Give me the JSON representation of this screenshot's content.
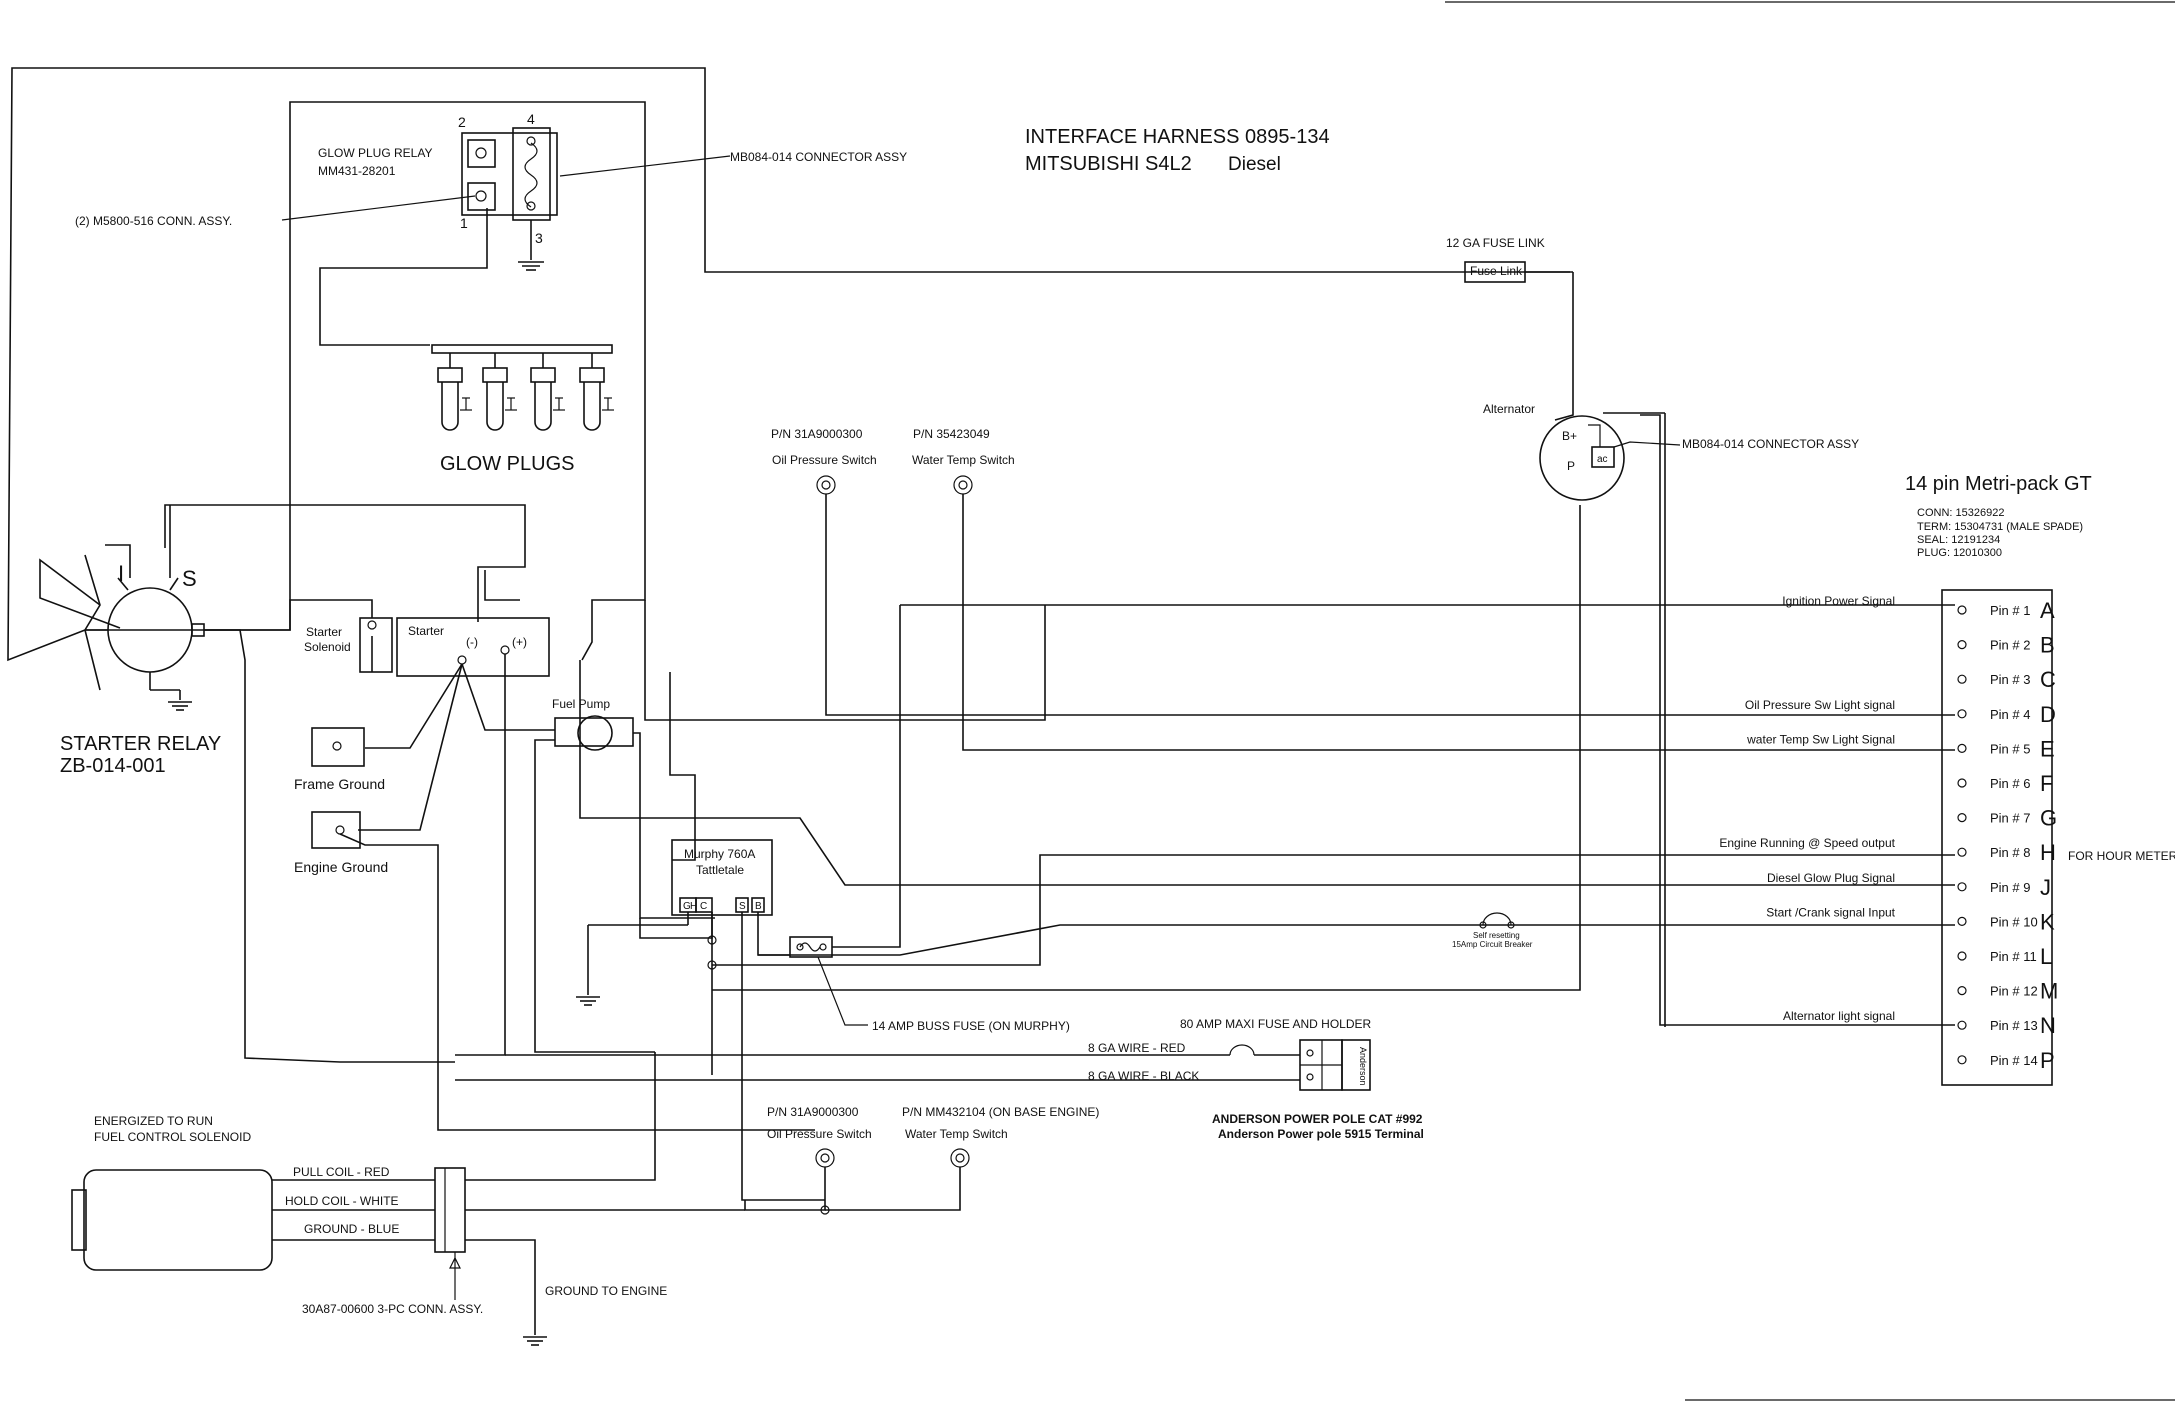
{
  "title": {
    "line1": "INTERFACE  HARNESS  0895-134",
    "line2": "MITSUBISHI  S4L2",
    "line2b": "Diesel"
  },
  "glow_plug_relay": {
    "label1": "GLOW  PLUG  RELAY",
    "label2": "MM431-28201",
    "t1": "1",
    "t2": "2",
    "t3": "3",
    "t4": "4"
  },
  "conn_m5800": "(2)  M5800-516  CONN.  ASSY.",
  "conn_mb084_top": "MB084-014  CONNECTOR  ASSY",
  "glow_plugs_label": "GLOW  PLUGS",
  "starter_relay": {
    "label1": "STARTER  RELAY",
    "label2": "ZB-014-001",
    "i": "I",
    "s": "S"
  },
  "starter_solenoid": "Starter\nSolenoid",
  "starter": {
    "label": "Starter",
    "neg": "(-)",
    "pos": "(+)"
  },
  "fuel_pump": "Fuel Pump",
  "frame_ground": "Frame Ground",
  "engine_ground": "Engine Ground",
  "fuse_link": {
    "label": "12  GA  FUSE  LINK",
    "box": "Fuse Link"
  },
  "alternator": {
    "label": "Alternator",
    "bplus": "B+",
    "p": "P",
    "ac": "ac"
  },
  "conn_mb084_alt": "MB084-014  CONNECTOR  ASSY",
  "oil_switch_top": {
    "pn": "P/N  31A9000300",
    "name": "Oil Pressure Switch"
  },
  "water_switch_top": {
    "pn": "P/N  35423049",
    "name": "Water Temp Switch"
  },
  "murphy": {
    "line1": "Murphy 760A",
    "line2": "Tattletale",
    "t1": "G",
    "t2": "H",
    "t3": "C",
    "t4": "S",
    "t5": "B"
  },
  "buss_fuse": "14  AMP  BUSS  FUSE  (ON  MURPHY)",
  "circuit_breaker": {
    "line1": "Self resetting",
    "line2": "15Amp Circuit Breaker"
  },
  "maxi_fuse": "80  AMP  MAXI  FUSE  AND  HOLDER",
  "wire_red": "8  GA  WIRE  -  RED",
  "wire_black": "8  GA  WIRE  -  BLACK",
  "anderson_box": "Anderson",
  "anderson": {
    "line1": "ANDERSON POWER POLE CAT #992",
    "line2": "Anderson Power pole 5915 Terminal"
  },
  "oil_switch_bot": {
    "pn": "P/N  31A9000300",
    "name": "Oil Pressure Switch"
  },
  "water_switch_bot": {
    "pn": "P/N  MM432104  (ON  BASE  ENGINE)",
    "name": "Water Temp Switch"
  },
  "fuel_solenoid": {
    "line1": "ENERGIZED  TO  RUN",
    "line2": "FUEL  CONTROL  SOLENOID",
    "pull": "PULL  COIL  -  RED",
    "hold": "HOLD  COIL  -  WHITE",
    "ground": "GROUND  -  BLUE",
    "ground_engine": "GROUND  TO  ENGINE",
    "conn": "30A87-00600  3-PC  CONN.  ASSY."
  },
  "connector14": {
    "title": "14 pin Metri-pack GT",
    "conn": "CONN:  15326922",
    "term": "TERM:  15304731  (MALE  SPADE)",
    "seal": "SEAL:  12191234",
    "plug": "PLUG:  12010300",
    "for_hour_meter": "FOR  HOUR  METER",
    "pins": [
      {
        "pin": "Pin # 1",
        "letter": "A",
        "signal": "Ignition Power Signal"
      },
      {
        "pin": "Pin # 2",
        "letter": "B",
        "signal": ""
      },
      {
        "pin": "Pin # 3",
        "letter": "C",
        "signal": ""
      },
      {
        "pin": "Pin # 4",
        "letter": "D",
        "signal": "Oil Pressure Sw Light signal"
      },
      {
        "pin": "Pin # 5",
        "letter": "E",
        "signal": "water Temp Sw Light Signal"
      },
      {
        "pin": "Pin # 6",
        "letter": "F",
        "signal": ""
      },
      {
        "pin": "Pin # 7",
        "letter": "G",
        "signal": ""
      },
      {
        "pin": "Pin # 8",
        "letter": "H",
        "signal": "Engine Running @ Speed output"
      },
      {
        "pin": "Pin # 9",
        "letter": "J",
        "signal": "Diesel Glow Plug Signal"
      },
      {
        "pin": "Pin # 10",
        "letter": "K",
        "signal": "Start /Crank signal Input"
      },
      {
        "pin": "Pin # 11",
        "letter": "L",
        "signal": ""
      },
      {
        "pin": "Pin # 12",
        "letter": "M",
        "signal": ""
      },
      {
        "pin": "Pin # 13",
        "letter": "N",
        "signal": "Alternator light signal"
      },
      {
        "pin": "Pin # 14",
        "letter": "P",
        "signal": ""
      }
    ]
  }
}
